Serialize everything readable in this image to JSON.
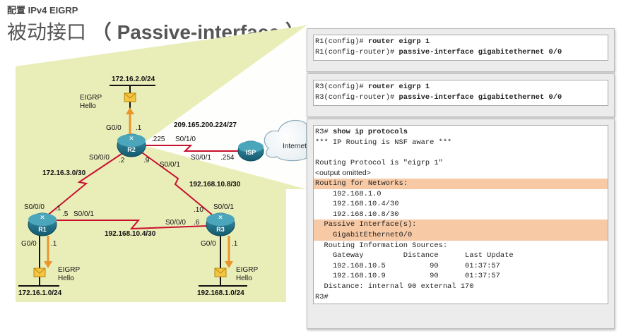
{
  "header": {
    "subtitle": "配置 IPv4 EIGRP",
    "title_cn": "被动接口",
    "title_en": "（ Passive-interface ）"
  },
  "colors": {
    "background_area": "#e9eeb9",
    "link_red": "#c8102e",
    "orange_arrow": "#e8952c",
    "router_teal": "#1d6f86",
    "highlight": "#f7c9a5"
  },
  "diagram": {
    "r2_lan": "172.16.2.0/24",
    "r1_lan": "172.16.1.0/24",
    "r3_lan": "192.168.1.0/24",
    "hello_line1": "EIGRP",
    "hello_line2": "Hello",
    "isp_link_net": "209.165.200.224/27",
    "r1_r2_net": "172.16.3.0/30",
    "r2_r3_net": "192.168.10.8/30",
    "r1_r3_net": "192.168.10.4/30",
    "routers": {
      "r1": "R1",
      "r2": "R2",
      "r3": "R3",
      "isp": "ISP"
    },
    "internet": "Internet",
    "labels": {
      "r2_g00": "G0/0",
      "r2_g00_host": ".1",
      "r2_s010": "S0/1/0",
      "r2_s010_host": ".225",
      "r2_s000": "S0/0/0",
      "r2_s000_host": ".2",
      "r2_s001": "S0/0/1",
      "r2_s001_host": ".9",
      "isp_s001": "S0/0/1",
      "isp_host": ".254",
      "r1_s000": "S0/0/0",
      "r1_s000_host": ".1",
      "r1_s001": "S0/0/1",
      "r1_s001_host": ".5",
      "r1_g00": "G0/0",
      "r1_g00_host": ".1",
      "r3_s001": "S0/0/1",
      "r3_s001_host": ".10",
      "r3_s000": "S0/0/0",
      "r3_s000_host": ".6",
      "r3_g00": "G0/0",
      "r3_g00_host": ".1"
    }
  },
  "terminals": {
    "r1": {
      "line1_prompt": "R1(config)# ",
      "line1_cmd": "router eigrp 1",
      "line2_prompt": "R1(config-router)# ",
      "line2_cmd": "passive-interface gigabitethernet 0/0"
    },
    "r3": {
      "line1_prompt": "R3(config)# ",
      "line1_cmd": "router eigrp 1",
      "line2_prompt": "R3(config-router)# ",
      "line2_cmd": "passive-interface gigabitethernet 0/0"
    },
    "show": {
      "prompt": "R3# ",
      "cmd": "show ip protocols",
      "l2": "*** IP Routing is NSF aware ***",
      "l3": "",
      "l4": "Routing Protocol is \"eigrp 1\"",
      "l5": "<output omitted>",
      "l6": "Routing for Networks:",
      "l7": "    192.168.1.0",
      "l8": "    192.168.10.4/30",
      "l9": "    192.168.10.8/30",
      "l10": "  Passive Interface(s):",
      "l11": "    GigabitEthernet0/0",
      "l12": "  Routing Information Sources:",
      "l13": "    Gateway         Distance      Last Update",
      "l14": "    192.168.10.5          90      01:37:57",
      "l15": "    192.168.10.9          90      01:37:57",
      "l16": "  Distance: internal 90 external 170",
      "l17": "R3#"
    }
  }
}
